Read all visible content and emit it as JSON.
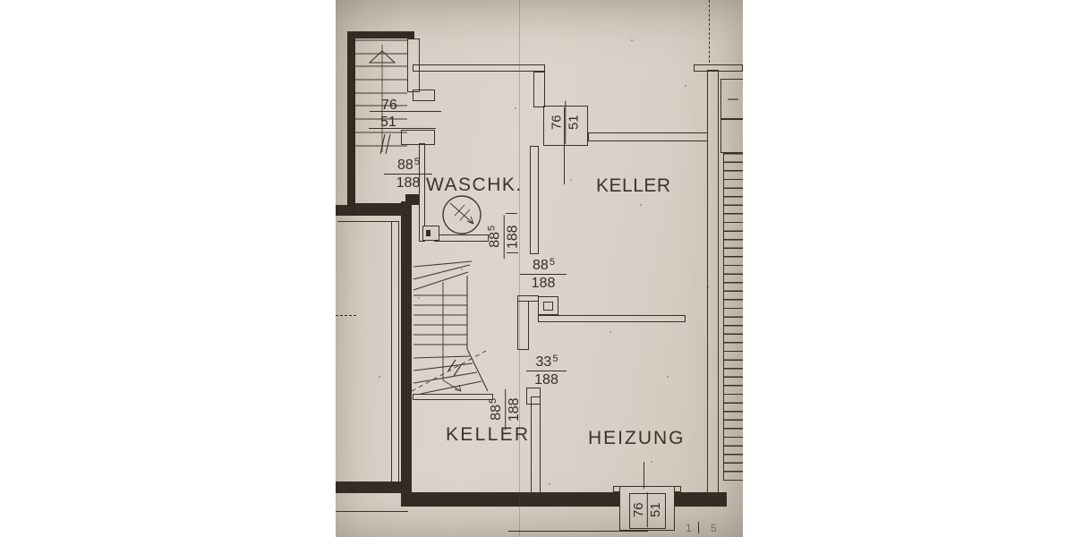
{
  "scene": {
    "description": "Photograph of a basement floor plan drawing",
    "paper_color": "#d7d0c6",
    "line_color": "#39322a"
  },
  "rooms": {
    "waschk": "WASCHK.",
    "keller_upper": "KELLER",
    "keller_lower": "KELLER",
    "heizung": "HEIZUNG"
  },
  "dimensions": {
    "stair_door_width": "76",
    "stair_door_height": "51",
    "waschk_entry": {
      "width": "88",
      "width_sup": "5",
      "height": "188"
    },
    "keller_upper_window": {
      "width": "76",
      "height": "51"
    },
    "waschk_inner": {
      "width": "88",
      "width_sup": "5",
      "height": "188"
    },
    "keller_upper_door": {
      "width": "88",
      "width_sup": "5",
      "height": "188"
    },
    "heizung_passage": {
      "width": "33",
      "width_sup": "5",
      "height": "188"
    },
    "keller_lower_door": {
      "width": "88",
      "width_sup": "5",
      "height": "188"
    },
    "heizung_window": {
      "width": "76",
      "height": "51"
    },
    "edge_fragment": "1 5"
  }
}
